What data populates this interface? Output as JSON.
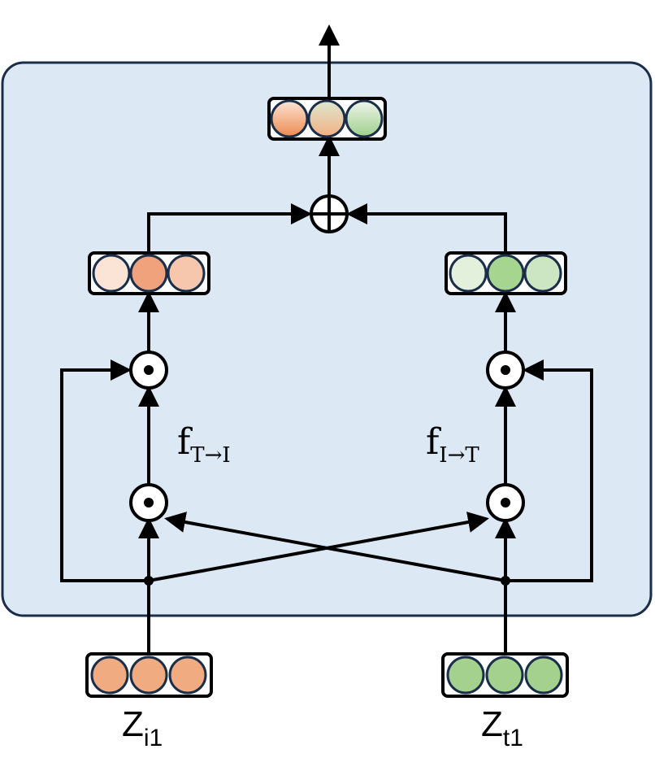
{
  "diagram": {
    "inputs": {
      "image": {
        "base": "Z",
        "sub": "i1"
      },
      "text": {
        "base": "Z",
        "sub": "t1"
      }
    },
    "functions": {
      "text_to_image": {
        "base": "f",
        "sub": "T→I"
      },
      "image_to_text": {
        "base": "f",
        "sub": "I→T"
      }
    },
    "operators": {
      "multiply": "⊙",
      "add": "⊕"
    },
    "colors": {
      "block_background": "#dde8f5",
      "block_border": "#1a2e4a",
      "orange": "#f1ab80",
      "orange_light": "#f9d6c3",
      "orange_pale": "#fbe3d6",
      "orange_mid": "#efa27b",
      "green": "#a4d28e",
      "green_light": "#cce5c2",
      "green_pale": "#e3f0dc",
      "green_mid": "#a6d58f"
    }
  }
}
